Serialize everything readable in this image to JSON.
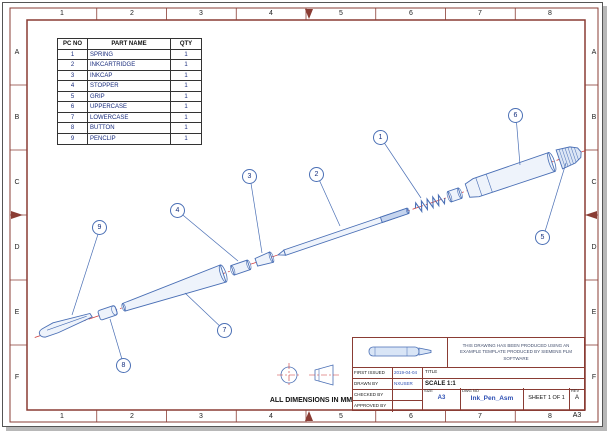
{
  "zones": {
    "columns": [
      "1",
      "2",
      "3",
      "4",
      "5",
      "6",
      "7",
      "8"
    ],
    "rows": [
      "A",
      "B",
      "C",
      "D",
      "E",
      "F"
    ]
  },
  "parts_table": {
    "headers": [
      "PC NO",
      "PART NAME",
      "QTY"
    ],
    "rows": [
      [
        "1",
        "SPRING",
        "1"
      ],
      [
        "2",
        "INKCARTRIDGE",
        "1"
      ],
      [
        "3",
        "INKCAP",
        "1"
      ],
      [
        "4",
        "STOPPER",
        "1"
      ],
      [
        "5",
        "GRIP",
        "1"
      ],
      [
        "6",
        "UPPERCASE",
        "1"
      ],
      [
        "7",
        "LOWERCASE",
        "1"
      ],
      [
        "8",
        "BUTTON",
        "1"
      ],
      [
        "9",
        "PENCLIP",
        "1"
      ]
    ]
  },
  "balloons": [
    {
      "label": "1"
    },
    {
      "label": "2"
    },
    {
      "label": "3"
    },
    {
      "label": "4"
    },
    {
      "label": "5"
    },
    {
      "label": "6"
    },
    {
      "label": "7"
    },
    {
      "label": "8"
    },
    {
      "label": "9"
    }
  ],
  "notes": {
    "all_dimensions": "ALL DIMENSIONS IN MM"
  },
  "title_block": {
    "disclaimer": "THIS DRAWING HAS BEEN PRODUCED USING AN EXAMPLE TEMPLATE PRODUCED BY SIEMENS PLM SOFTWARE",
    "rows": [
      {
        "label": "FIRST ISSUED",
        "value": "2019-04-04"
      },
      {
        "label": "DRAWN BY",
        "value": "NXUSER"
      },
      {
        "label": "CHECKED BY",
        "value": ""
      },
      {
        "label": "APPROVED BY",
        "value": ""
      }
    ],
    "title_label": "TITLE",
    "scale": "SCALE 1:1",
    "size_label": "SIZE",
    "size": "A3",
    "dwg_no_label": "DWG NO",
    "dwg_no": "Ink_Pen_Asm",
    "sheet": "SHEET 1 OF 1",
    "rev_label": "REV",
    "rev": "A",
    "corner_size": "A3"
  },
  "colors": {
    "frame": "#8a3c34",
    "drawing_lines": "#4a6fb5",
    "centerline": "#cc3333",
    "value_text": "#2d4fb3",
    "table_text": "#1b2e7e"
  }
}
